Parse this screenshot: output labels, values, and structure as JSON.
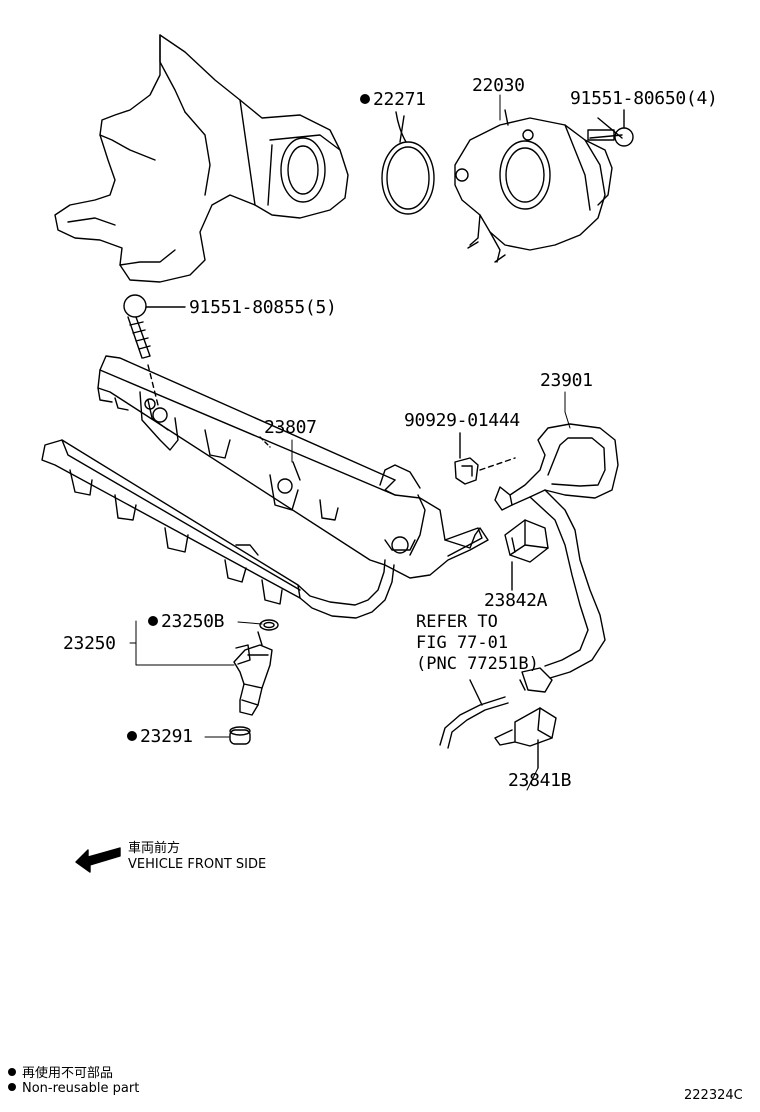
{
  "labels": {
    "p22271": "22271",
    "p22030": "22030",
    "p91551_80650": "91551-80650(4)",
    "p91551_80855": "91551-80855(5)",
    "p23901": "23901",
    "p23807": "23807",
    "p90929": "90929-01444",
    "p23842A": "23842A",
    "p23250B": "23250B",
    "p23250": "23250",
    "p23291": "23291",
    "p23841B": "23841B"
  },
  "refer": {
    "line1": "REFER TO",
    "line2": "FIG 77-01",
    "line3": "(PNC 77251B)"
  },
  "direction": {
    "jp": "車両前方",
    "en": "VEHICLE FRONT SIDE"
  },
  "legend": {
    "jp": "再使用不可部品",
    "en": "Non-reusable part"
  },
  "figure_code": "222324C",
  "colors": {
    "ink": "#000000",
    "paper": "#ffffff"
  }
}
